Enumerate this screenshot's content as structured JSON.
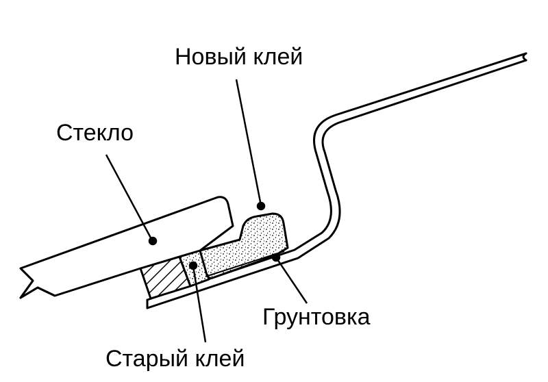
{
  "labels": {
    "new_glue": "Новый клей",
    "glass": "Стекло",
    "primer": "Грунтовка",
    "old_glue": "Старый клей"
  },
  "colors": {
    "ink": "#000000",
    "background": "#ffffff"
  }
}
